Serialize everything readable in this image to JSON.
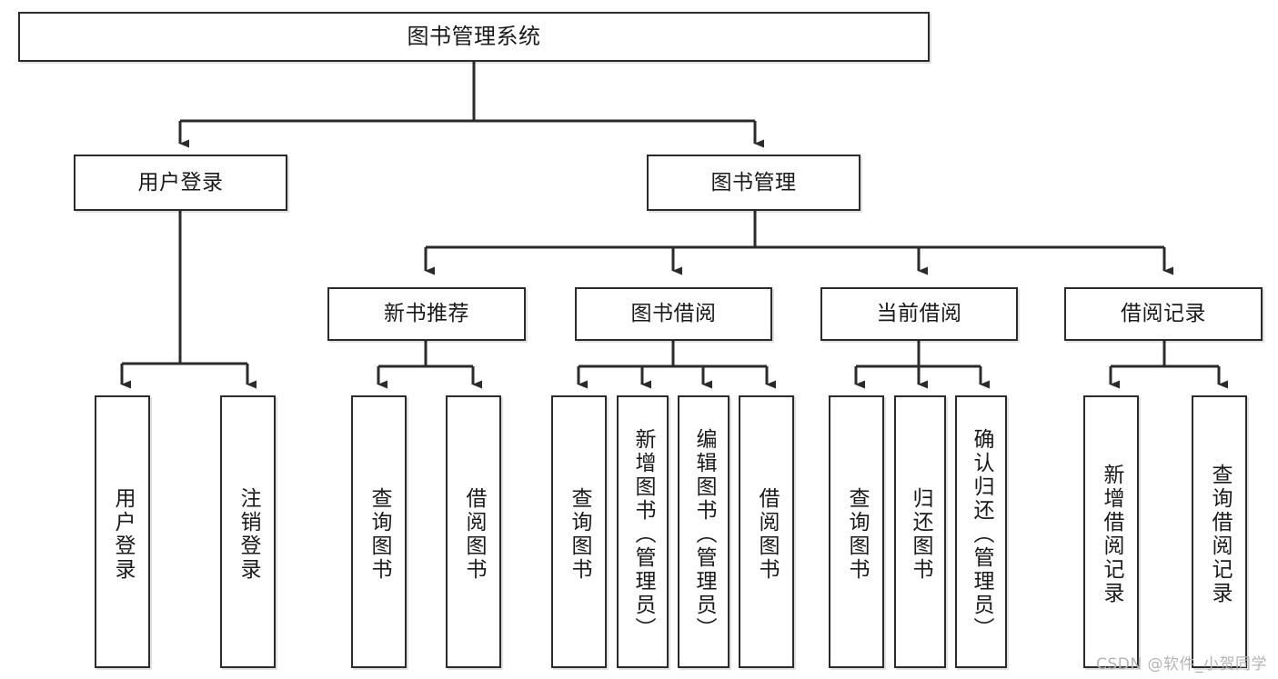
{
  "diagram": {
    "title": "图书管理系统",
    "type": "tree-hierarchy",
    "stroke_color": "#2b2b2b",
    "background_color": "#ffffff",
    "nodes": {
      "root": {
        "label": "图书管理系统"
      },
      "level2": [
        {
          "id": "user-login",
          "label": "用户登录"
        },
        {
          "id": "book-management",
          "label": "图书管理"
        }
      ],
      "level3": [
        {
          "id": "new-book-recommend",
          "label": "新书推荐"
        },
        {
          "id": "book-borrow",
          "label": "图书借阅"
        },
        {
          "id": "current-borrow",
          "label": "当前借阅"
        },
        {
          "id": "borrow-record",
          "label": "借阅记录"
        }
      ],
      "leaves": {
        "user_login": [
          {
            "id": "leaf-user-login",
            "label": "用户登录"
          },
          {
            "id": "leaf-logout-login",
            "label": "注销登录"
          }
        ],
        "new_book_recommend": [
          {
            "id": "leaf-query-book-1",
            "label": "查询图书"
          },
          {
            "id": "leaf-borrow-book-1",
            "label": "借阅图书"
          }
        ],
        "book_borrow": [
          {
            "id": "leaf-query-book-2",
            "label": "查询图书"
          },
          {
            "id": "leaf-add-book",
            "label": "新增图书（管理员）"
          },
          {
            "id": "leaf-edit-book",
            "label": "编辑图书（管理员）"
          },
          {
            "id": "leaf-borrow-book-2",
            "label": "借阅图书"
          }
        ],
        "current_borrow": [
          {
            "id": "leaf-query-book-3",
            "label": "查询图书"
          },
          {
            "id": "leaf-return-book",
            "label": "归还图书"
          },
          {
            "id": "leaf-confirm-return",
            "label": "确认归还（管理员）"
          }
        ],
        "borrow_record": [
          {
            "id": "leaf-add-borrow-record",
            "label": "新增借阅记录"
          },
          {
            "id": "leaf-query-borrow-record",
            "label": "查询借阅记录"
          }
        ]
      }
    },
    "watermark": "CSDN @软件_小贺同学"
  }
}
